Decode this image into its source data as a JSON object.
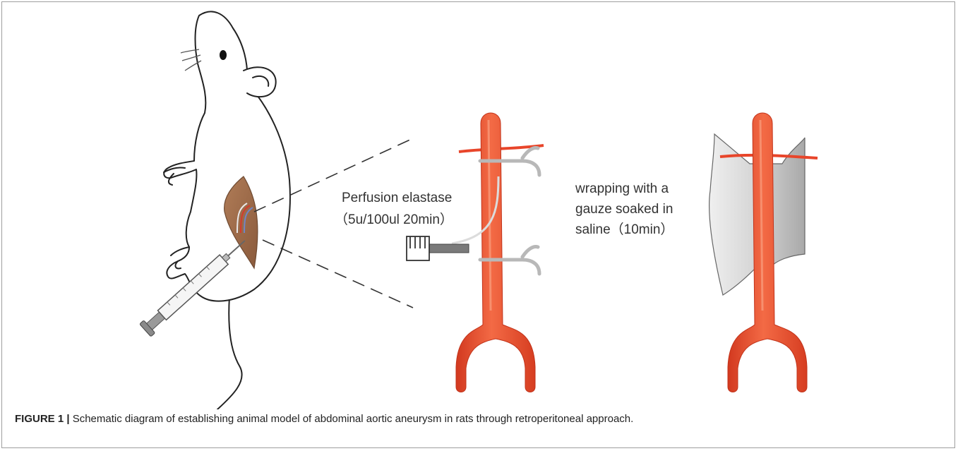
{
  "labels": {
    "perfusion_line1": "Perfusion elastase",
    "perfusion_line2": "（5u/100ul 20min）",
    "wrapping_line1": "wrapping with a",
    "wrapping_line2": "gauze soaked in",
    "wrapping_line3": "saline（10min）"
  },
  "caption": {
    "label": "FIGURE 1 |",
    "text": " Schematic diagram of establishing animal model of abdominal aortic aneurysm in rats through retroperitoneal approach."
  },
  "colors": {
    "aorta": "#e8452a",
    "aorta_highlight": "#f6845f",
    "incision": "#9a6b4c",
    "gauze": "#d9d9d9",
    "clamp": "#b5b5b5",
    "outline": "#222222"
  },
  "icons": [
    "rat-outline",
    "syringe-icon",
    "clamp-icon",
    "aorta-diagram",
    "gauze-wrap"
  ]
}
